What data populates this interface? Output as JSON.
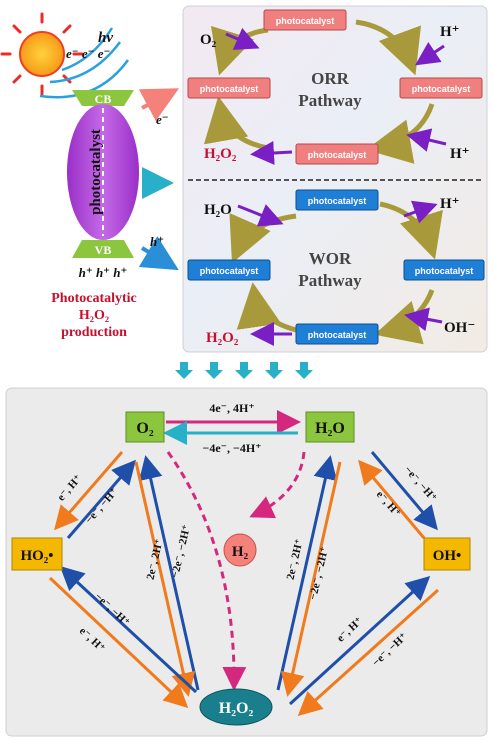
{
  "left": {
    "hv": "hv",
    "electrons": "e⁻ e⁻ e⁻",
    "cb": "CB",
    "vb": "VB",
    "body_label": "photocatalyst",
    "holes": "h⁺ h⁺ h⁺",
    "caption_line1": "Photocatalytic",
    "caption_h2o2": "H₂O₂",
    "caption_line3": "production",
    "electron_arrow": "e⁻",
    "hole_arrow": "h⁺"
  },
  "orr": {
    "title1": "ORR",
    "title2": "Pathway",
    "o2": "O₂",
    "hplus1": "H⁺",
    "hplus2": "H⁺",
    "h2o2": "H₂O₂",
    "pc_top": "photocatalyst",
    "pc_left": "photocatalyst",
    "pc_right": "photocatalyst",
    "pc_bottom": "photocatalyst"
  },
  "wor": {
    "title1": "WOR",
    "title2": "Pathway",
    "h2o": "H₂O",
    "hplus": "H⁺",
    "ohminus": "OH⁻",
    "h2o2": "H₂O₂",
    "pc_top": "photocatalyst",
    "pc_left": "photocatalyst",
    "pc_right": "photocatalyst",
    "pc_bottom": "photocatalyst"
  },
  "network": {
    "o2": "O₂",
    "h2o": "H₂O",
    "ho2": "HO₂•",
    "oh": "OH•",
    "h2": "H₂",
    "h2o2": "H₂O₂",
    "top_forward": "4e⁻, 4H⁺",
    "top_backward": "−4e⁻, −4H⁺",
    "ho2_o2_a": "e⁻, H⁺",
    "ho2_o2_b": "−e⁻, −H⁺",
    "oh_h2o_a": "−e⁻, −H⁺",
    "oh_h2o_b": "e⁻, H⁺",
    "o2_h2o2_a": "2e⁻, 2H⁺",
    "o2_h2o2_b": "−2e⁻, −2H⁺",
    "h2o_h2o2_a": "2e⁻, 2H⁺",
    "h2o_h2o2_b": "−2e⁻, −2H⁺",
    "ho2_h2o2_a": "−e⁻, −H⁺",
    "ho2_h2o2_b": "e⁻, H⁺",
    "oh_h2o2_a": "e⁻, H⁺",
    "oh_h2o2_b": "−e⁻, −H⁺"
  },
  "colors": {
    "red_label": "#c8102e",
    "pc_red": "#f08080",
    "pc_blue": "#1f7fd6",
    "green_node": "#8cc63f",
    "yellow_node": "#f5b800",
    "teal_node": "#1a7f8c",
    "orange_arrow": "#f07a1c",
    "blue_arrow": "#1f4fa8",
    "magenta_arrow": "#d4287e",
    "cyan_arrow": "#28b0c8"
  }
}
